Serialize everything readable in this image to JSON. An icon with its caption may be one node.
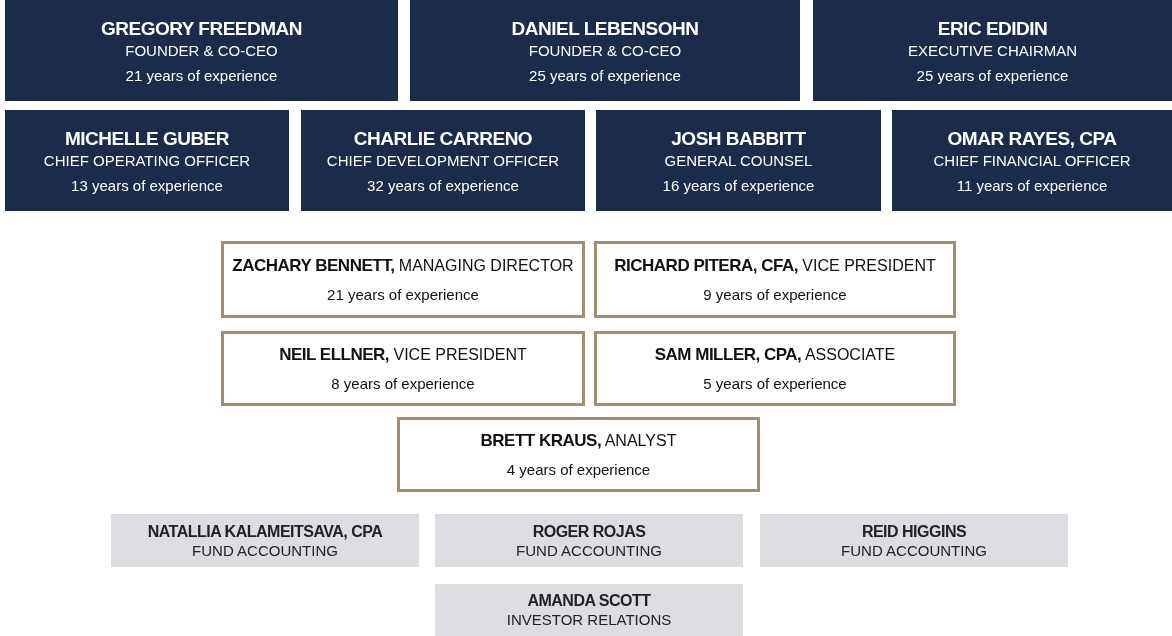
{
  "diagram": {
    "nodes": [
      {
        "text": [
          "GREGORY FREEDMAN",
          "FOUNDER & CO-CEO",
          "21 years of experience"
        ]
      },
      {
        "text": [
          "DANIEL LEBENSOHN",
          "FOUNDER & CO-CEO",
          "25 years of experience"
        ]
      },
      {
        "text": [
          "ERIC EDIDIN",
          "EXECUTIVE CHAIRMAN",
          "25 years of experience"
        ]
      },
      {
        "text": [
          "MICHELLE GUBER",
          "CHIEF OPERATING OFFICER",
          "13 years of experience"
        ]
      },
      {
        "text": [
          "CHARLIE CARRENO",
          "CHIEF DEVELOPMENT OFFICER",
          "32 years of experience"
        ]
      },
      {
        "text": [
          "JOSH BABBITT",
          "GENERAL COUNSEL",
          "16 years of experience"
        ]
      },
      {
        "text": [
          "OMAR RAYES, CPA",
          "CHIEF FINANCIAL OFFICER",
          "11 years of experience"
        ]
      },
      {
        "text": [
          "**ZACHARY BENNETT,** MANAGING DIRECTOR",
          "21 years of experience"
        ]
      },
      {
        "text": [
          "**RICHARD PITERA, CFA,** VICE PRESIDENT",
          "9 years of experience"
        ]
      },
      {
        "text": [
          "**NEIL ELLNER,** VICE PRESIDENT",
          "8 years of experience"
        ]
      },
      {
        "text": [
          "**SAM MILLER, CPA,** ASSOCIATE",
          "5 years of experience"
        ]
      },
      {
        "text": [
          "**BRETT KRAUS,** ANALYST",
          "4 years of experience"
        ]
      },
      {
        "text": [
          "NATALLIA KALAMEITSAVA, CPA",
          "FUND ACCOUNTING"
        ]
      },
      {
        "text": [
          "ROGER ROJAS",
          "FUND ACCOUNTING"
        ]
      },
      {
        "text": [
          "REID HIGGINS",
          "FUND ACCOUNTING"
        ]
      },
      {
        "text": [
          "AMANDA SCOTT",
          "INVESTOR RELATIONS"
        ]
      }
    ]
  }
}
